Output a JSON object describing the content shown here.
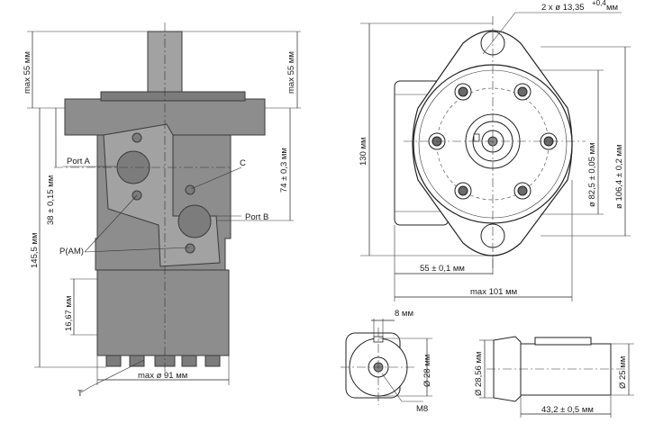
{
  "labels": {
    "max55_left": "max 55 мм",
    "max55_right": "max 55 мм",
    "h145": "145,5 мм",
    "h38": "38 ± 0,15 мм",
    "h74": "74 ± 0,3 мм",
    "h16": "16,67 мм",
    "port_a": "Port A",
    "port_b": "Port B",
    "c": "C",
    "pam": "P(AM)",
    "t": "T",
    "d91": "max ø 91 мм",
    "holes": "2 x ø 13,35",
    "holes_tol": "+0,4",
    "holes_unit": "мм",
    "h130": "130 мм",
    "d82": "ø 82,5 ± 0,05 мм",
    "d106": "ø 106,4 ± 0,2 мм",
    "w55": "55 ± 0,1 мм",
    "w101": "max 101 мм",
    "key8": "8 мм",
    "d28": "Ø 28 мм",
    "m8": "M8",
    "d2856": "Ø 28,56 мм",
    "d25": "Ø 25 мм",
    "l432": "43,2 ± 0,5 мм"
  }
}
